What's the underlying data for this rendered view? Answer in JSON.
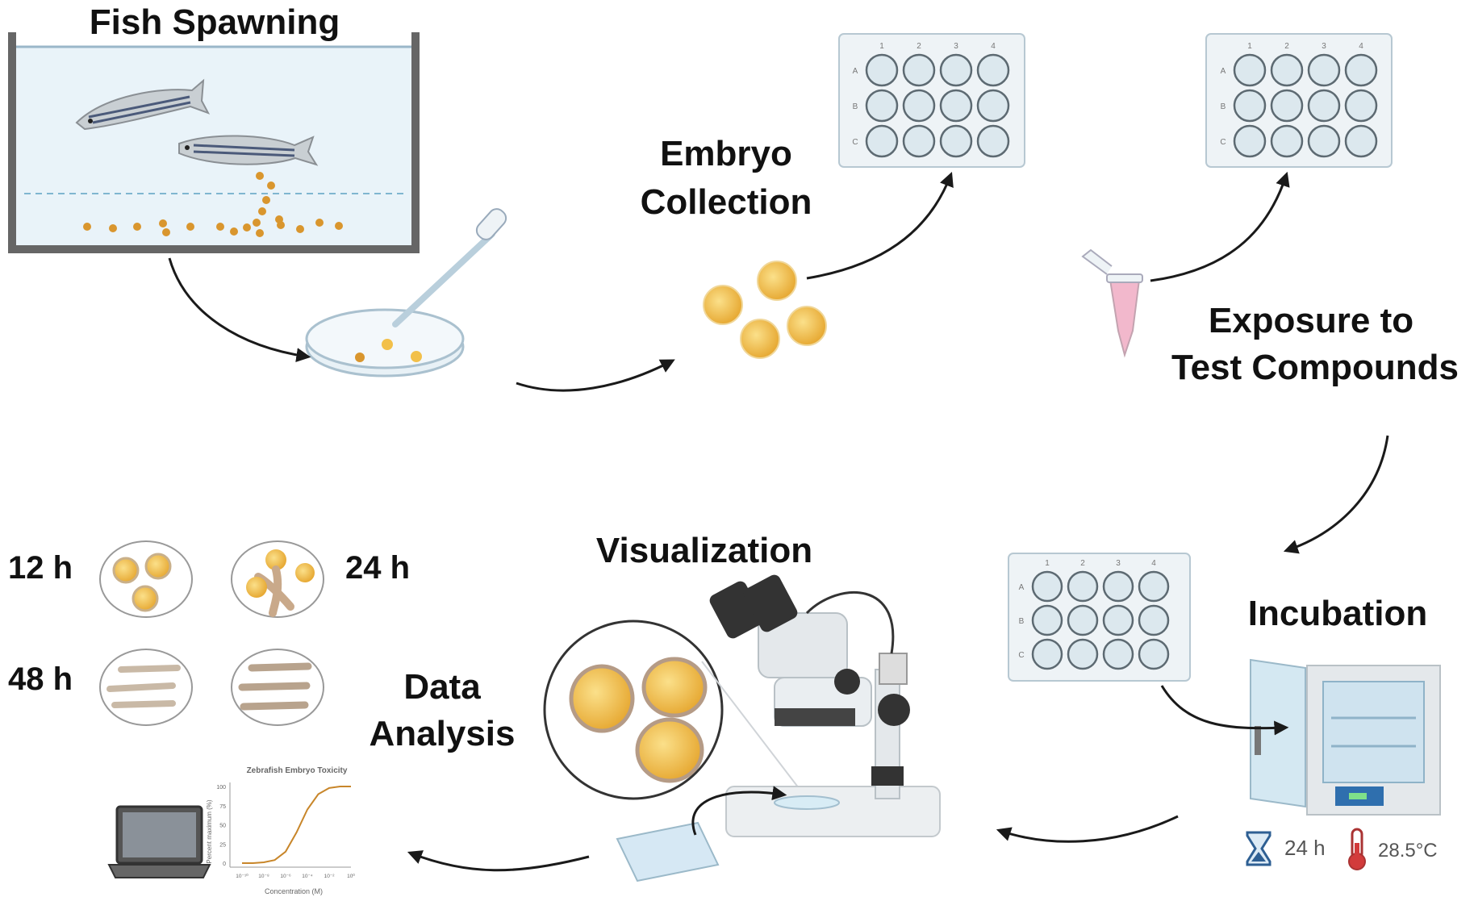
{
  "steps": {
    "fish_spawning": "Fish Spawning",
    "embryo_collection_line1": "Embryo",
    "embryo_collection_line2": "Collection",
    "exposure_line1": "Exposure to",
    "exposure_line2": "Test Compounds",
    "incubation": "Incubation",
    "visualization": "Visualization",
    "data_analysis_line1": "Data",
    "data_analysis_line2": "Analysis"
  },
  "plate": {
    "columns": [
      "1",
      "2",
      "3",
      "4"
    ],
    "rows": [
      "A",
      "B",
      "C"
    ]
  },
  "incubation_conditions": {
    "time": "24 h",
    "temperature": "28.5°C",
    "time_icon": "hourglass-icon",
    "temperature_icon": "thermometer-icon"
  },
  "timepoints": [
    "12 h",
    "24 h",
    "48 h"
  ],
  "chart": {
    "title": "Zebrafish Embryo Toxicity",
    "ylabel": "Percent maximum (%)",
    "xlabel": "Concentration (M)",
    "yticks": [
      "0",
      "25",
      "50",
      "75",
      "100"
    ],
    "xticks": [
      "10⁻¹⁰",
      "10⁻⁸",
      "10⁻⁶",
      "10⁻⁴",
      "10⁻²",
      "10⁰"
    ]
  },
  "chart_data": {
    "type": "line",
    "title": "Zebrafish Embryo Toxicity",
    "xlabel": "Concentration (M)",
    "ylabel": "Percent maximum (%)",
    "x": [
      -10,
      -9,
      -8,
      -7,
      -6,
      -5,
      -4,
      -3,
      -2,
      -1,
      0
    ],
    "y": [
      0,
      0,
      1,
      4,
      15,
      40,
      70,
      90,
      98,
      100,
      100
    ],
    "ylim": [
      0,
      100
    ],
    "xlim": [
      -10,
      0
    ],
    "series_color": "#c8862a"
  },
  "colors": {
    "arrow": "#1a1a1a",
    "water": "#e6f1f8",
    "plate": "#eef3f6",
    "well": "#dce8ee",
    "embryo": "#f2c04a",
    "egg": "#d9962e",
    "tube_liquid": "#f2b8cc"
  }
}
